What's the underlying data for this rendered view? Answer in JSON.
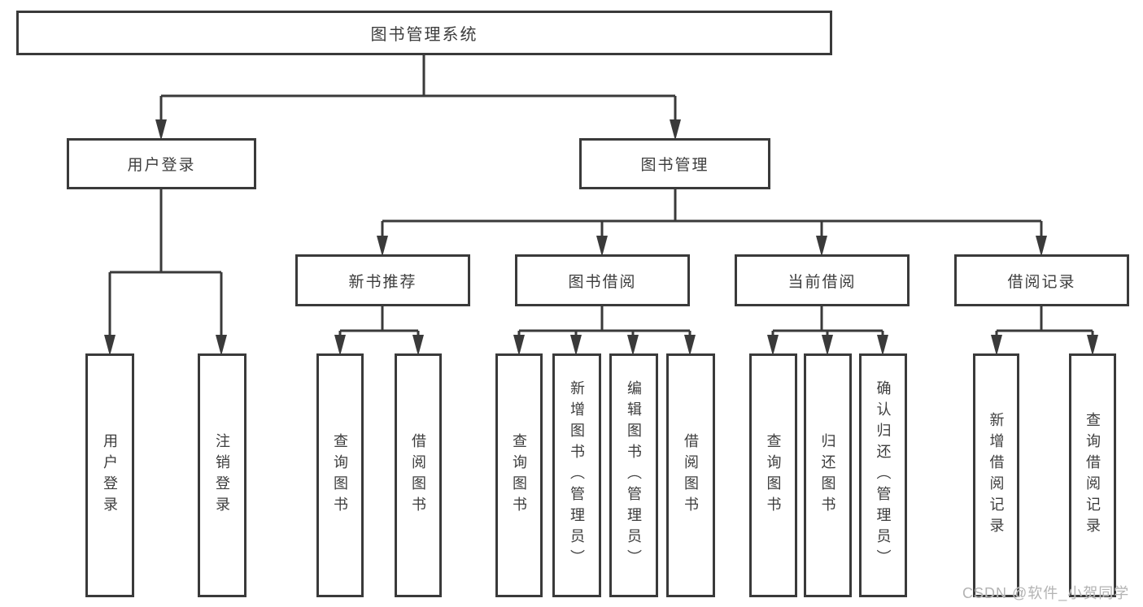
{
  "diagram": {
    "title": "图书管理系统",
    "root": {
      "label": "图书管理系统"
    },
    "level2": [
      {
        "id": "user-login",
        "label": "用户登录"
      },
      {
        "id": "book-management",
        "label": "图书管理"
      }
    ],
    "level3": [
      {
        "id": "new-book-recommend",
        "label": "新书推荐",
        "parent": "图书管理"
      },
      {
        "id": "book-borrow",
        "label": "图书借阅",
        "parent": "图书管理"
      },
      {
        "id": "current-borrow",
        "label": "当前借阅",
        "parent": "图书管理"
      },
      {
        "id": "borrow-records",
        "label": "借阅记录",
        "parent": "图书管理"
      }
    ],
    "leaves": [
      {
        "id": "user-login",
        "label": "用户登录",
        "parent": "用户登录"
      },
      {
        "id": "logout",
        "label": "注销登录",
        "parent": "用户登录"
      },
      {
        "id": "query-books-recommend",
        "label": "查询图书",
        "parent": "新书推荐"
      },
      {
        "id": "borrow-books-recommend",
        "label": "借阅图书",
        "parent": "新书推荐"
      },
      {
        "id": "query-books-borrow",
        "label": "查询图书",
        "parent": "图书借阅"
      },
      {
        "id": "add-book-admin",
        "label": "新增图书（管理员）",
        "parent": "图书借阅"
      },
      {
        "id": "edit-book-admin",
        "label": "编辑图书（管理员）",
        "parent": "图书借阅"
      },
      {
        "id": "borrow-books-borrow",
        "label": "借阅图书",
        "parent": "图书借阅"
      },
      {
        "id": "query-books-current",
        "label": "查询图书",
        "parent": "当前借阅"
      },
      {
        "id": "return-book",
        "label": "归还图书",
        "parent": "当前借阅"
      },
      {
        "id": "confirm-return-admin",
        "label": "确认归还（管理员）",
        "parent": "当前借阅"
      },
      {
        "id": "add-borrow-record",
        "label": "新增借阅记录",
        "parent": "借阅记录"
      },
      {
        "id": "query-borrow-record",
        "label": "查询借阅记录",
        "parent": "借阅记录"
      }
    ],
    "watermark": "CSDN @软件_小贺同学",
    "colors": {
      "line": "#3a3a3a",
      "box_border": "#3a3a3a",
      "box_fill": "#ffffff",
      "text": "#3d3d3d",
      "watermark": "#b3b3b3"
    }
  }
}
